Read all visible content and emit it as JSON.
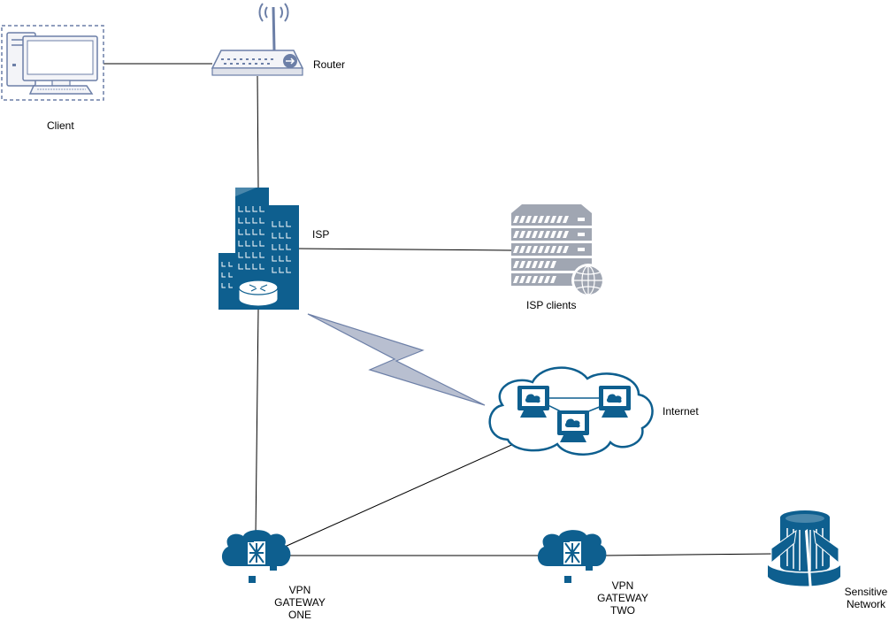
{
  "colors": {
    "device_fill": "#f3f4f8",
    "device_stroke": "#6c7fa7",
    "brand_blue": "#0e5f8f",
    "server_grey": "#a0a6b2",
    "line": "#000000"
  },
  "nodes": {
    "client": {
      "label": "Client",
      "icon": "desktop-computer-icon"
    },
    "router": {
      "label": "Router",
      "icon": "wireless-router-icon"
    },
    "isp": {
      "label": "ISP",
      "icon": "office-building-router-icon"
    },
    "isp_clients": {
      "label": "ISP clients",
      "icon": "web-server-icon"
    },
    "internet": {
      "label": "Internet",
      "icon": "cloud-network-icon"
    },
    "vpn_one": {
      "label_line1": "VPN",
      "label_line2": "GATEWAY",
      "label_line3": "ONE",
      "icon": "vpn-gateway-icon"
    },
    "vpn_two": {
      "label_line1": "VPN",
      "label_line2": "GATEWAY",
      "label_line3": "TWO",
      "icon": "vpn-gateway-icon"
    },
    "sensitive": {
      "label_line1": "Sensitive",
      "label_line2": "Network",
      "icon": "datacenter-icon"
    }
  },
  "links": [
    {
      "from": "client",
      "to": "router"
    },
    {
      "from": "router",
      "to": "isp"
    },
    {
      "from": "isp",
      "to": "isp_clients"
    },
    {
      "from": "isp",
      "to": "internet",
      "style": "wireless-lightning"
    },
    {
      "from": "isp",
      "to": "vpn_one"
    },
    {
      "from": "internet",
      "to": "vpn_one"
    },
    {
      "from": "vpn_one",
      "to": "vpn_two"
    },
    {
      "from": "vpn_two",
      "to": "sensitive"
    }
  ]
}
